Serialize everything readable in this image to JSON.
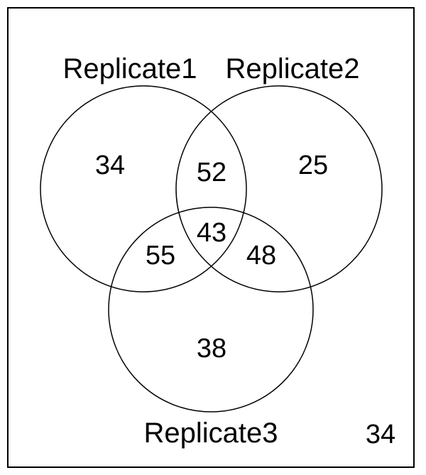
{
  "venn": {
    "sets": {
      "a": "Replicate1",
      "b": "Replicate2",
      "c": "Replicate3"
    },
    "counts": {
      "only_a": "34",
      "only_b": "25",
      "only_c": "38",
      "a_b": "52",
      "a_c": "55",
      "b_c": "48",
      "a_b_c": "43",
      "outside": "34"
    }
  }
}
